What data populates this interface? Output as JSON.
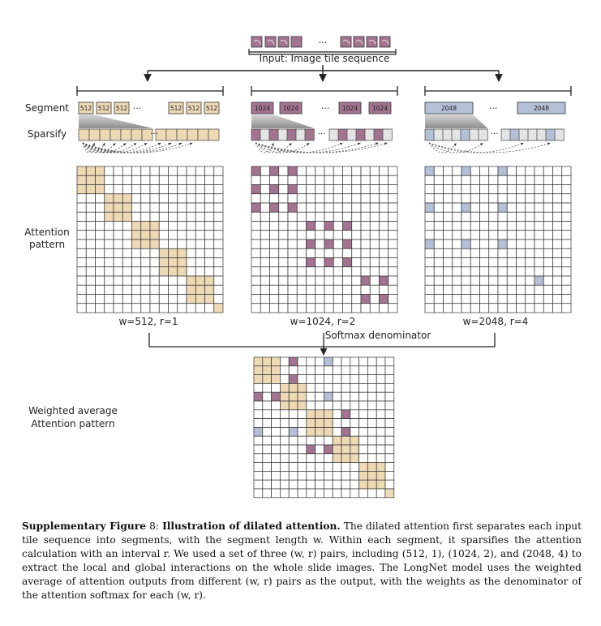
{
  "input": {
    "label": "Input: Image tile sequence",
    "ellipsis": "···",
    "tile_icons": [
      "tile-icon-1",
      "tile-icon-2",
      "tile-icon-3",
      "tile-icon-4",
      "tile-icon-5",
      "tile-icon-6",
      "tile-icon-7"
    ]
  },
  "row_labels": {
    "segment": "Segment",
    "sparsify": "Sparsify",
    "attention_line1": "Attention",
    "attention_line2": "pattern",
    "weighted_line1": "Weighted average",
    "weighted_line2": "Attention pattern"
  },
  "colors": {
    "beige": "#eed9b5",
    "purple": "#a3748f",
    "blue": "#b5bfd6",
    "grid_line": "#333333",
    "background": "#ffffff"
  },
  "panels": [
    {
      "id": "w512",
      "caption": "w=512, r=1",
      "segment_label": "512",
      "segment_labels": [
        "512",
        "512",
        "512",
        "···",
        "512",
        "512",
        "512"
      ],
      "color": "beige",
      "segment_size": 3,
      "dilation": 1
    },
    {
      "id": "w1024",
      "caption": "w=1024, r=2",
      "segment_label": "1024",
      "segment_labels": [
        "1024",
        "1024",
        "···",
        "1024",
        "1024"
      ],
      "color": "purple",
      "segment_size": 6,
      "dilation": 2
    },
    {
      "id": "w2048",
      "caption": "w=2048, r=4",
      "segment_label": "2048",
      "segment_labels": [
        "2048",
        "···",
        "2048"
      ],
      "color": "blue",
      "segment_size": 12,
      "dilation": 4
    }
  ],
  "softmax_label": "Softmax denominator",
  "grid_size": 16,
  "caption": {
    "prefix": "Supplementary Figure",
    "number": "8:",
    "title": "Illustration of dilated attention.",
    "body": " The dilated attention first separates each input tile sequence into segments, with the segment length w. Within each segment, it sparsifies the attention calculation with an interval r. We used a set of three (w, r) pairs, including (512, 1), (1024, 2), and (2048, 4) to extract the local and global interactions on the whole slide images. The LongNet model uses the weighted average of attention outputs from different (w, r) pairs as the output, with the weights as the denominator of the attention softmax for each (w, r)."
  }
}
